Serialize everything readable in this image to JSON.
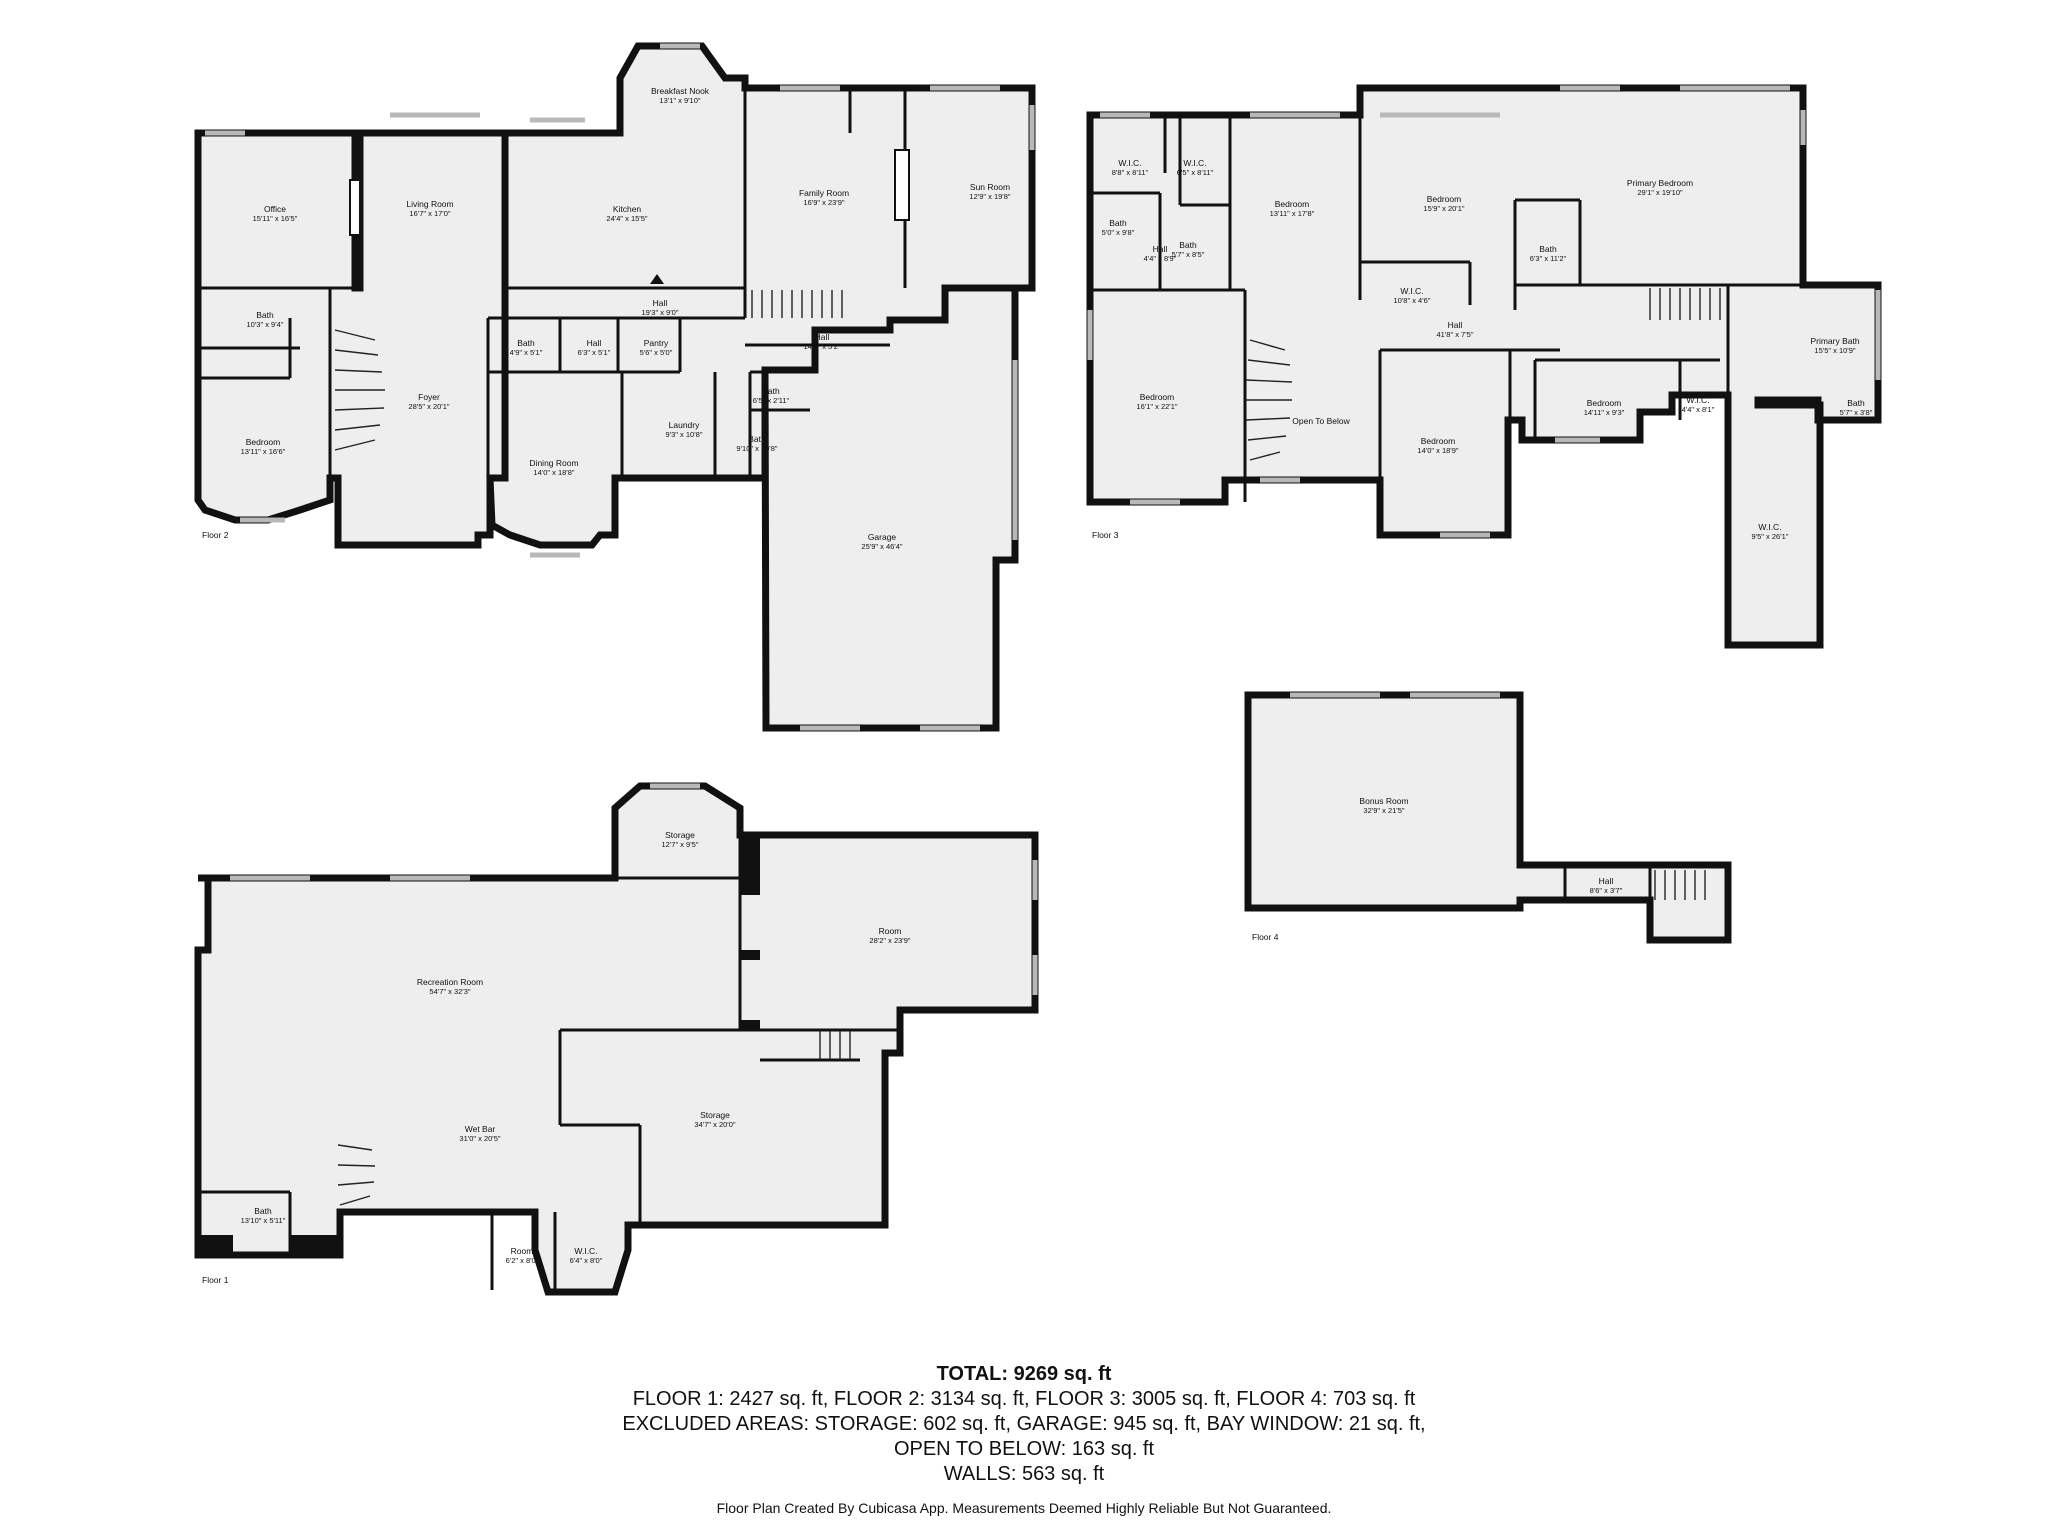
{
  "floors": [
    {
      "label": "Floor 1",
      "rooms": [
        {
          "name": "Storage",
          "dims": "12'7\" x 9'5\""
        },
        {
          "name": "Room",
          "dims": "28'2\" x 23'9\""
        },
        {
          "name": "Recreation Room",
          "dims": "54'7\" x 32'3\""
        },
        {
          "name": "Wet Bar",
          "dims": "31'0\" x 20'5\""
        },
        {
          "name": "Storage",
          "dims": "34'7\" x 20'0\""
        },
        {
          "name": "Bath",
          "dims": "13'10\" x 5'11\""
        },
        {
          "name": "Room",
          "dims": "6'2\" x 8'0\""
        },
        {
          "name": "W.I.C.",
          "dims": "6'4\" x 8'0\""
        }
      ]
    },
    {
      "label": "Floor 2",
      "rooms": [
        {
          "name": "Breakfast Nook",
          "dims": "13'1\" x 9'10\""
        },
        {
          "name": "Office",
          "dims": "15'11\" x 16'5\""
        },
        {
          "name": "Living Room",
          "dims": "16'7\" x 17'0\""
        },
        {
          "name": "Kitchen",
          "dims": "24'4\" x 15'5\""
        },
        {
          "name": "Family Room",
          "dims": "16'9\" x 23'9\""
        },
        {
          "name": "Sun Room",
          "dims": "12'9\" x 19'8\""
        },
        {
          "name": "Hall",
          "dims": "19'3\" x 9'0\""
        },
        {
          "name": "Bath",
          "dims": "10'3\" x 9'4\""
        },
        {
          "name": "Hall",
          "dims": "14'5\" x 5'2\""
        },
        {
          "name": "Bath",
          "dims": "4'9\" x 5'1\""
        },
        {
          "name": "Hall",
          "dims": "6'3\" x 5'1\""
        },
        {
          "name": "Pantry",
          "dims": "5'6\" x 5'0\""
        },
        {
          "name": "Foyer",
          "dims": "28'5\" x 20'1\""
        },
        {
          "name": "Bath",
          "dims": "6'5\" x 2'11\""
        },
        {
          "name": "Laundry",
          "dims": "9'3\" x 10'8\""
        },
        {
          "name": "Bedroom",
          "dims": "13'11\" x 16'6\""
        },
        {
          "name": "Bath",
          "dims": "9'10\" x 10'8\""
        },
        {
          "name": "Dining Room",
          "dims": "14'0\" x 18'8\""
        },
        {
          "name": "Garage",
          "dims": "25'9\" x 46'4\""
        }
      ]
    },
    {
      "label": "Floor 3",
      "rooms": [
        {
          "name": "W.I.C.",
          "dims": "8'8\" x 8'11\""
        },
        {
          "name": "W.I.C.",
          "dims": "6'5\" x 8'11\""
        },
        {
          "name": "Bedroom",
          "dims": "13'11\" x 17'8\""
        },
        {
          "name": "Bedroom",
          "dims": "15'9\" x 20'1\""
        },
        {
          "name": "Primary Bedroom",
          "dims": "29'1\" x 19'10\""
        },
        {
          "name": "Bath",
          "dims": "5'0\" x 9'8\""
        },
        {
          "name": "Hall",
          "dims": "4'4\" x 8'9\""
        },
        {
          "name": "Bath",
          "dims": "5'7\" x 8'5\""
        },
        {
          "name": "Bath",
          "dims": "6'3\" x 11'2\""
        },
        {
          "name": "W.I.C.",
          "dims": "10'8\" x 4'6\""
        },
        {
          "name": "Hall",
          "dims": "41'8\" x 7'5\""
        },
        {
          "name": "Primary Bath",
          "dims": "15'5\" x 10'9\""
        },
        {
          "name": "Bedroom",
          "dims": "16'1\" x 22'1\""
        },
        {
          "name": "Open To Below",
          "dims": ""
        },
        {
          "name": "Bedroom",
          "dims": "14'11\" x 9'3\""
        },
        {
          "name": "W.I.C.",
          "dims": "4'4\" x 8'1\""
        },
        {
          "name": "Bath",
          "dims": "5'7\" x 3'8\""
        },
        {
          "name": "Bedroom",
          "dims": "14'0\" x 18'9\""
        },
        {
          "name": "W.I.C.",
          "dims": "9'5\" x 26'1\""
        }
      ]
    },
    {
      "label": "Floor 4",
      "rooms": [
        {
          "name": "Bonus Room",
          "dims": "32'9\" x 21'5\""
        },
        {
          "name": "Hall",
          "dims": "8'6\" x 3'7\""
        }
      ]
    }
  ],
  "summary": {
    "total": "TOTAL: 9269 sq. ft",
    "line1": "FLOOR 1: 2427 sq. ft, FLOOR 2: 3134 sq. ft, FLOOR 3: 3005 sq. ft, FLOOR 4: 703 sq. ft",
    "line2": "EXCLUDED AREAS: STORAGE: 602 sq. ft, GARAGE: 945 sq. ft, BAY WINDOW: 21 sq. ft,",
    "line3": "OPEN TO BELOW: 163 sq. ft",
    "line4": "WALLS: 563 sq. ft"
  },
  "credit": "Floor Plan Created By Cubicasa App. Measurements Deemed Highly Reliable But Not Guaranteed."
}
